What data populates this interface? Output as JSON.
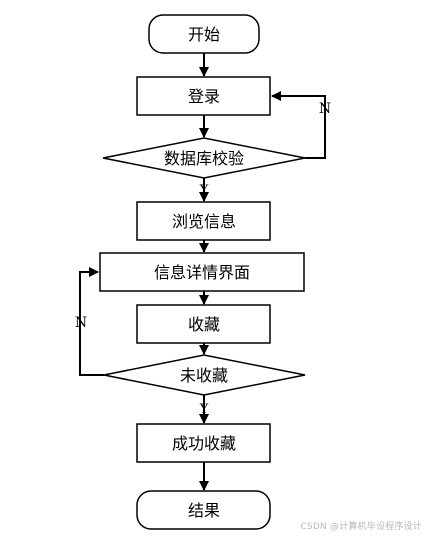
{
  "flowchart": {
    "start": "开始",
    "login": "登录",
    "db_check": "数据库校验",
    "db_check_no": "N",
    "db_check_yes": "Y",
    "browse": "浏览信息",
    "detail": "信息详情界面",
    "favorite": "收藏",
    "not_favorited": "未收藏",
    "not_favorited_no": "N",
    "not_favorited_yes": "Y",
    "success": "成功收藏",
    "end": "结果"
  },
  "watermark": "CSDN @计算机毕设程序设计"
}
